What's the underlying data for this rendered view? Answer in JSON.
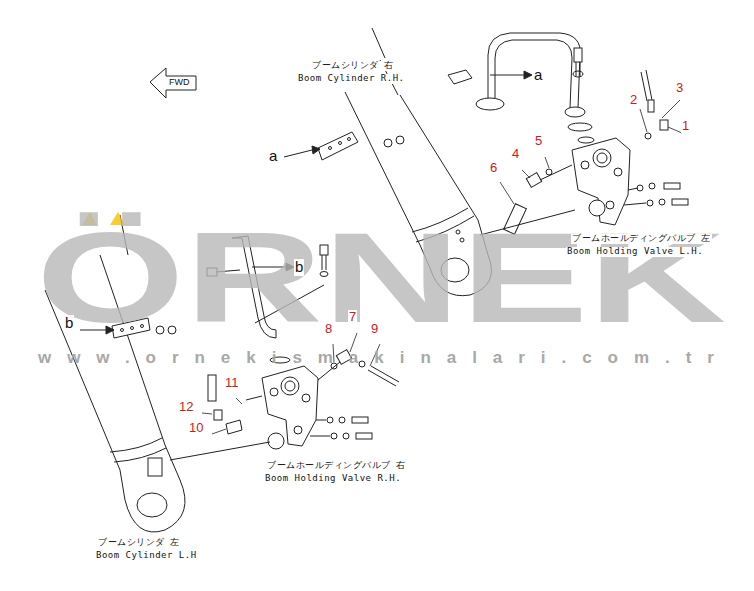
{
  "diagram": {
    "labels": [
      "ÖRNEK",
      "www.ornekismakinalari.com.tr",
      "FWD",
      "ブームシリンダ 右",
      "Boom Cylinder R.H.",
      "a",
      "a",
      "ブームホールディングバルブ 左",
      "Boom Holding Valve L.H.",
      "b",
      "b",
      "ブームホールディングバルブ 右",
      "Boom Holding Valve R.H.",
      "ブームシリンダ 左",
      "Boom Cylinder L.H",
      "1",
      "2",
      "3",
      "4",
      "5",
      "6",
      "7",
      "8",
      "9",
      "10",
      "11",
      "12"
    ]
  }
}
